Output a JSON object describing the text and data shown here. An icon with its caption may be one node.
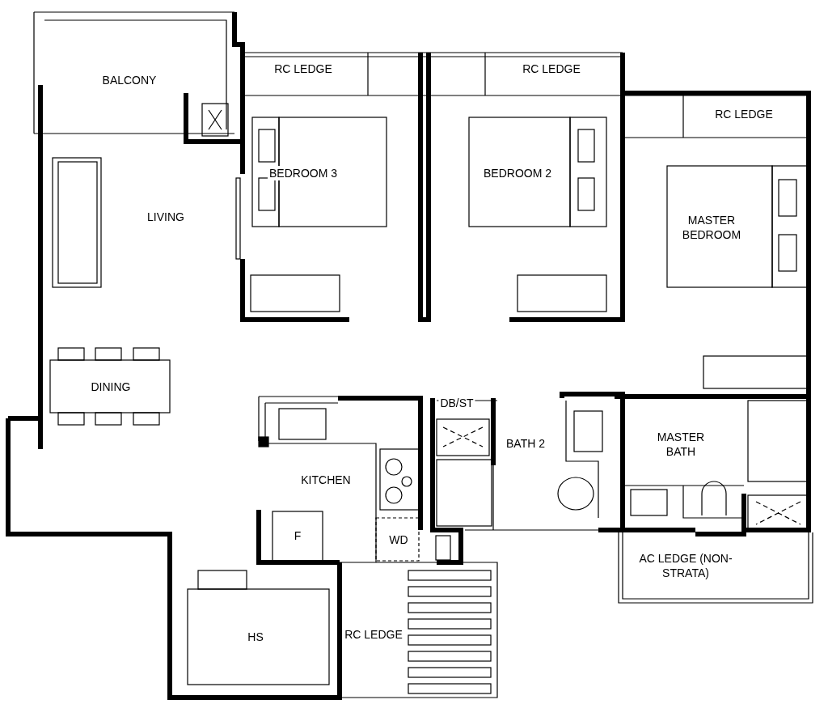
{
  "diagram": {
    "labels": [
      "BALCONY",
      "RC LEDGE",
      "RC LEDGE",
      "RC LEDGE",
      "BEDROOM 3",
      "BEDROOM 2",
      "LIVING",
      "MASTER BEDROOM",
      "DINING",
      "DB/ST",
      "MASTER BATH",
      "BATH 2",
      "KITCHEN",
      "F",
      "WD",
      "AC LEDGE (NON-STRATA)",
      "HS",
      "RC LEDGE"
    ]
  }
}
